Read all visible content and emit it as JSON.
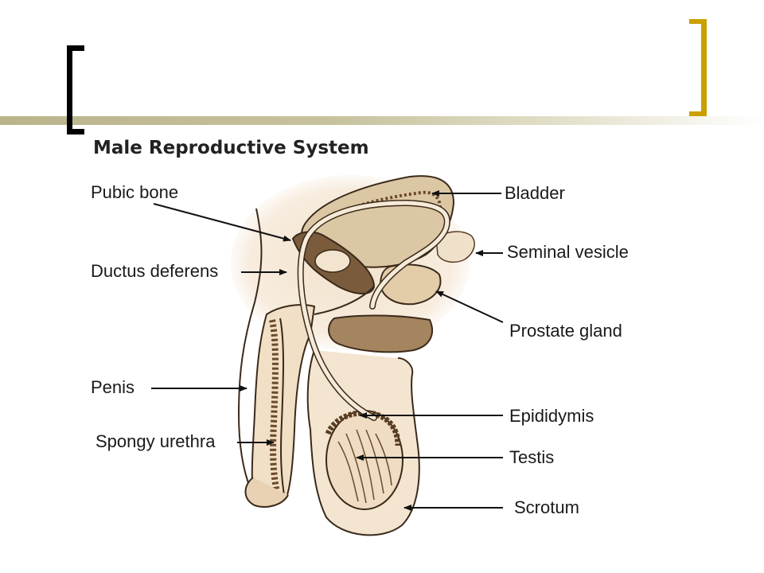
{
  "title": "Male Reproductive System",
  "labels": {
    "pubic_bone": "Pubic bone",
    "ductus_deferens": "Ductus deferens",
    "penis": "Penis",
    "spongy_urethra": "Spongy urethra",
    "bladder": "Bladder",
    "seminal_vesicle": "Seminal vesicle",
    "prostate_gland": "Prostate gland",
    "epididymis": "Epididymis",
    "testis": "Testis",
    "scrotum": "Scrotum"
  },
  "colors": {
    "tissue": "#f3e4cf",
    "tissue_dark": "#d8bf9d",
    "outline": "#3a2a1a",
    "bracket_left": "#000000",
    "bracket_right": "#c9a000"
  }
}
